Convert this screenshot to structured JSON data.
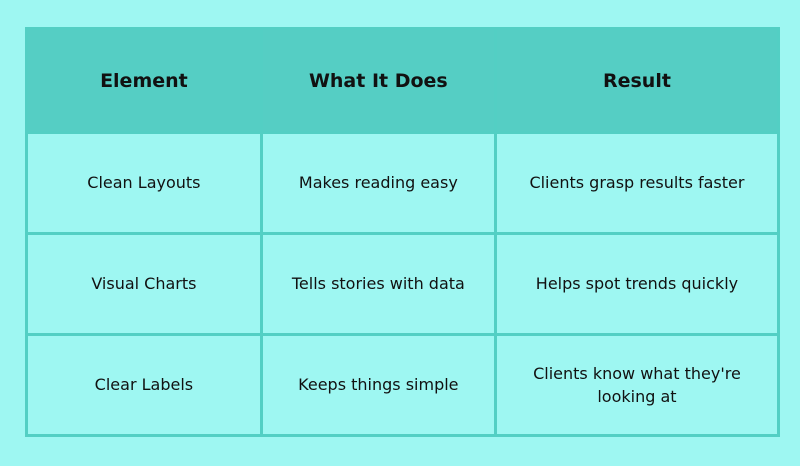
{
  "table": {
    "headers": [
      "Element",
      "What It Does",
      "Result"
    ],
    "rows": [
      [
        "Clean Layouts",
        "Makes reading easy",
        "Clients grasp results faster"
      ],
      [
        "Visual Charts",
        "Tells stories with data",
        "Helps spot trends quickly"
      ],
      [
        "Clear Labels",
        "Keeps things simple",
        "Clients know what they're looking at"
      ]
    ]
  },
  "colors": {
    "background": "#9ef7f2",
    "header_fill": "#55cec4",
    "border": "#53cfc4",
    "text": "#111111"
  }
}
